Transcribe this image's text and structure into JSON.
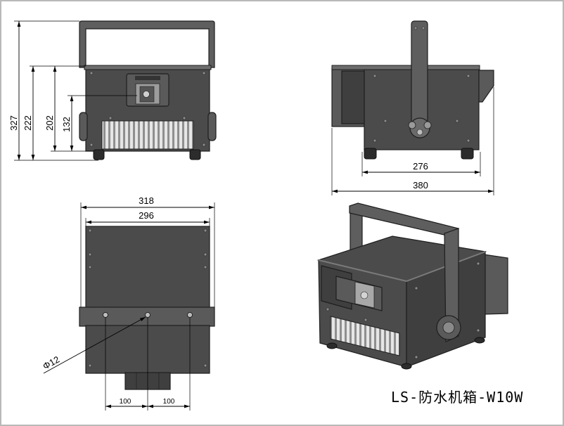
{
  "front_view": {
    "height_total": "327",
    "height_with_feet": "222",
    "height_body": "202",
    "height_aperture": "132"
  },
  "side_view": {
    "width_body": "276",
    "width_total": "380"
  },
  "top_view": {
    "width_total": "318",
    "width_body": "296",
    "hole_diameter": "Φ12",
    "hole_spacing_left": "100",
    "hole_spacing_right": "100"
  },
  "caption": "LS-防水机箱-W10W",
  "colors": {
    "housing": "#4b4b4b",
    "handle": "#5e5e5e",
    "outline": "#1e1e1e",
    "dimension": "#000000"
  }
}
